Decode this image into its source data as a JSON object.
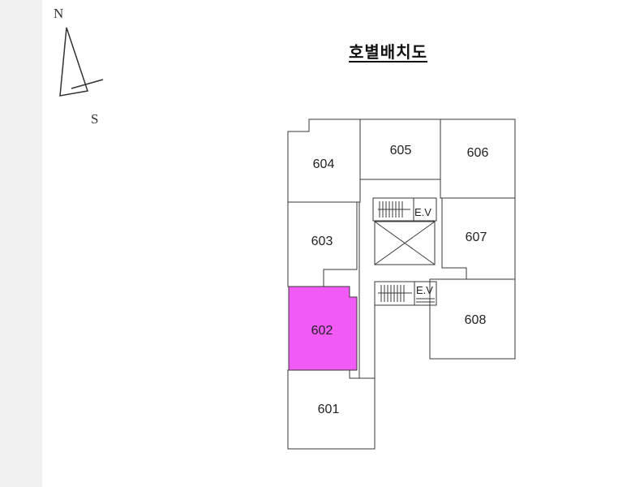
{
  "title": "호별배치도",
  "compass": {
    "north": "N",
    "south": "S"
  },
  "units": [
    {
      "id": "604",
      "label": "604",
      "highlighted": false
    },
    {
      "id": "605",
      "label": "605",
      "highlighted": false
    },
    {
      "id": "606",
      "label": "606",
      "highlighted": false
    },
    {
      "id": "603",
      "label": "603",
      "highlighted": false
    },
    {
      "id": "607",
      "label": "607",
      "highlighted": false
    },
    {
      "id": "602",
      "label": "602",
      "highlighted": true
    },
    {
      "id": "608",
      "label": "608",
      "highlighted": false
    },
    {
      "id": "601",
      "label": "601",
      "highlighted": false
    }
  ],
  "elevator_label": "E.V",
  "colors": {
    "highlight": "#f25af5",
    "line": "#3a3a3a",
    "background": "#ffffff"
  }
}
